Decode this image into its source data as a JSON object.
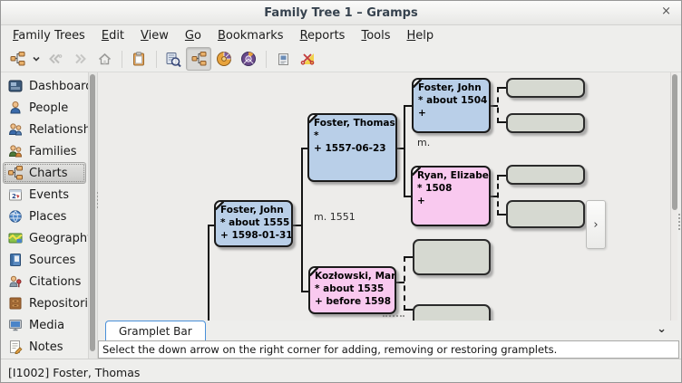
{
  "window": {
    "title": "Family Tree 1 – Gramps",
    "close_glyph": "×"
  },
  "menubar": {
    "items": [
      {
        "label": "Family Trees"
      },
      {
        "label": "Edit"
      },
      {
        "label": "View"
      },
      {
        "label": "Go"
      },
      {
        "label": "Bookmarks"
      },
      {
        "label": "Reports"
      },
      {
        "label": "Tools"
      },
      {
        "label": "Help"
      }
    ]
  },
  "toolbar": {
    "icons": [
      "pedigree-home",
      "dropdown-chevron",
      "back",
      "forward",
      "home",
      "clipboard",
      "descendant-tree-view",
      "pedigree-view",
      "fan-chart-view",
      "full-fan-chart-view",
      "report",
      "tools"
    ],
    "active_view": "pedigree-view",
    "dropdown_glyph": "⌄"
  },
  "sidebar": {
    "selected": "Charts",
    "items": [
      {
        "label": "Dashboard"
      },
      {
        "label": "People"
      },
      {
        "label": "Relationships"
      },
      {
        "label": "Families"
      },
      {
        "label": "Charts"
      },
      {
        "label": "Events"
      },
      {
        "label": "Places"
      },
      {
        "label": "Geography"
      },
      {
        "label": "Sources"
      },
      {
        "label": "Citations"
      },
      {
        "label": "Repositories"
      },
      {
        "label": "Media"
      },
      {
        "label": "Notes"
      }
    ]
  },
  "chart": {
    "people": [
      {
        "name": "Foster, John",
        "birth": "* about 1555",
        "death": "+ 1598-01-31",
        "gender": "male"
      },
      {
        "name": "Foster, Thomas",
        "birth": "*",
        "death": "+ 1557-06-23",
        "gender": "male"
      },
      {
        "name": "Kozłowski, Margret",
        "birth": "* about 1535",
        "death": "+ before 1598",
        "gender": "female"
      },
      {
        "name": "Foster, John",
        "birth": "* about 1504",
        "death": "+",
        "gender": "male"
      },
      {
        "name": "Ryan, Elizabeth",
        "birth": "* 1508",
        "death": "+",
        "gender": "female"
      }
    ],
    "marriage_labels": [
      {
        "text": "m. 1551"
      },
      {
        "text": "m."
      }
    ],
    "nav_button_glyph": "›",
    "empty_box_count": 6
  },
  "gramplet_bar": {
    "tab_label": "Gramplet Bar",
    "collapse_glyph": "⌄",
    "hint": "Select the down arrow on the right corner for adding, removing or restoring gramplets."
  },
  "statusbar": {
    "text": "[I1002] Foster, Thomas"
  },
  "colors": {
    "male_box": "#b9cfe8",
    "female_box": "#f9c9ef",
    "unknown_box": "#d6d9d1",
    "box_border": "#1b1b1b",
    "tab_accent": "#4a90d9",
    "canvas_bg": "#edecea"
  }
}
